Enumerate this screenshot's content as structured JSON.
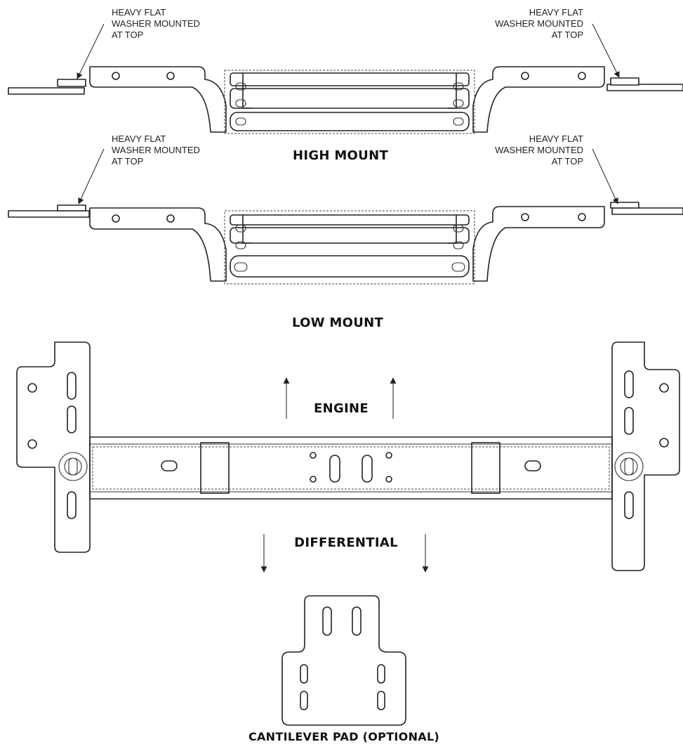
{
  "callouts": {
    "high_left": "HEAVY FLAT\nWASHER MOUNTED\nAT TOP",
    "high_right": "HEAVY FLAT\nWASHER MOUNTED\nAT TOP",
    "low_left": "HEAVY FLAT\nWASHER MOUNTED\nAT TOP",
    "low_right": "HEAVY FLAT\nWASHER MOUNTED\nAT TOP"
  },
  "headings": {
    "high_mount": "HIGH MOUNT",
    "low_mount": "LOW MOUNT",
    "engine": "ENGINE",
    "differential": "DIFFERENTIAL",
    "cantilever": "CANTILEVER PAD (OPTIONAL)"
  },
  "colors": {
    "line": "#222222",
    "background": "#ffffff"
  }
}
